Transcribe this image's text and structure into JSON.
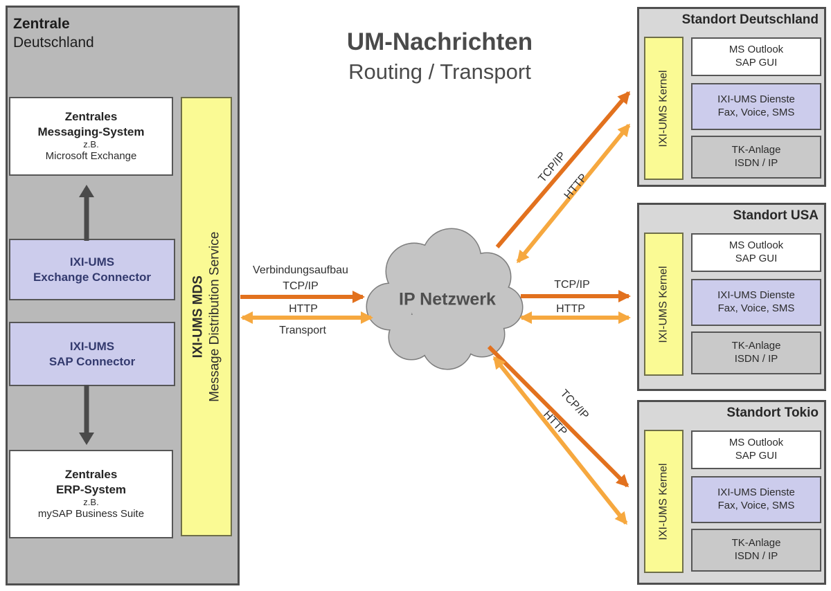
{
  "colors": {
    "panel_left": "#b9b9b9",
    "panel_site": "#d8d8d8",
    "yellow": "#fafa94",
    "lavender": "#ccccec",
    "box_gray": "#c9c9c9",
    "cloud_fill": "#c4c4c4",
    "cloud_border": "#7d7d7d",
    "tcp": "#e2711e",
    "http": "#f6a83f",
    "dark_arrow": "#4a4a4a"
  },
  "title": {
    "line1": "UM-Nachrichten",
    "line2": "Routing / Transport"
  },
  "zentrale": {
    "label": {
      "line1": "Zentrale",
      "line2": "Deutschland"
    },
    "messaging": {
      "line1": "Zentrales",
      "line2": "Messaging-System",
      "line3": "z.B.",
      "line4": "Microsoft Exchange"
    },
    "exchange_connector": {
      "line1": "IXI-UMS",
      "line2": "Exchange Connector"
    },
    "sap_connector": {
      "line1": "IXI-UMS",
      "line2": "SAP Connector"
    },
    "erp": {
      "line1": "Zentrales",
      "line2": "ERP-System",
      "line3": "z.B.",
      "line4": "mySAP Business Suite"
    },
    "mds": {
      "line1": "IXI-UMS MDS",
      "line2": "Message Distribution Service"
    }
  },
  "cloud": {
    "label": "IP Netzwerk"
  },
  "left_links": {
    "top": "Verbindungsaufbau",
    "tcp": "TCP/IP",
    "http": "HTTP",
    "bottom": "Transport"
  },
  "sites": [
    {
      "name": "Standort Deutschland",
      "kernel": "IXI-UMS Kernel",
      "client": {
        "line1": "MS Outlook",
        "line2": "SAP GUI"
      },
      "services": {
        "line1": "IXI-UMS Dienste",
        "line2": "Fax, Voice, SMS"
      },
      "pbx": {
        "line1": "TK-Anlage",
        "line2": "ISDN / IP"
      },
      "links": {
        "tcp": "TCP/IP",
        "http": "HTTP"
      }
    },
    {
      "name": "Standort USA",
      "kernel": "IXI-UMS Kernel",
      "client": {
        "line1": "MS Outlook",
        "line2": "SAP GUI"
      },
      "services": {
        "line1": "IXI-UMS Dienste",
        "line2": "Fax, Voice, SMS"
      },
      "pbx": {
        "line1": "TK-Anlage",
        "line2": "ISDN / IP"
      },
      "links": {
        "tcp": "TCP/IP",
        "http": "HTTP"
      }
    },
    {
      "name": "Standort Tokio",
      "kernel": "IXI-UMS Kernel",
      "client": {
        "line1": "MS Outlook",
        "line2": "SAP GUI"
      },
      "services": {
        "line1": "IXI-UMS Dienste",
        "line2": "Fax, Voice, SMS"
      },
      "pbx": {
        "line1": "TK-Anlage",
        "line2": "ISDN / IP"
      },
      "links": {
        "tcp": "TCP/IP",
        "http": "HTTP"
      }
    }
  ]
}
